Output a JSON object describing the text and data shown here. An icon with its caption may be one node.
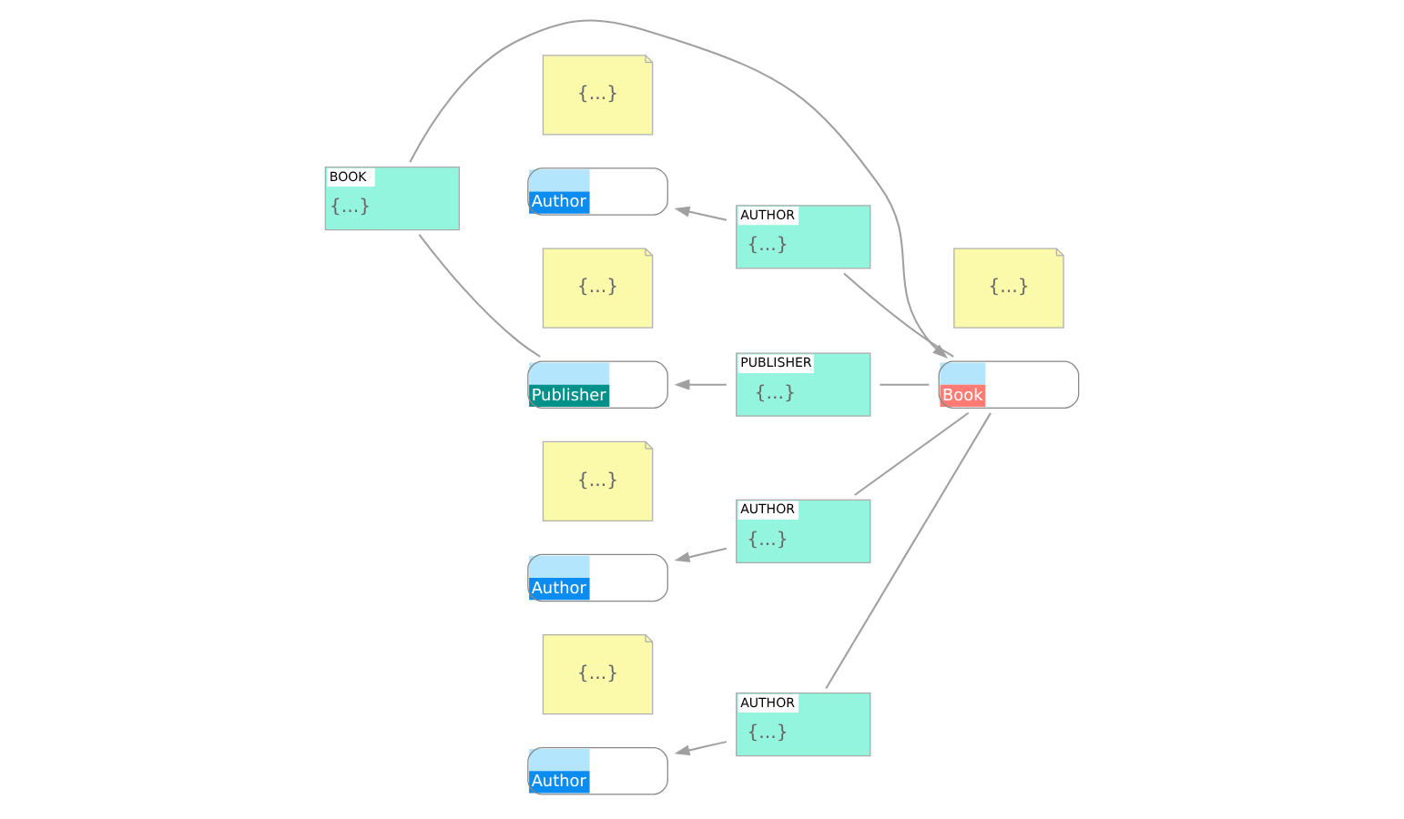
{
  "diagram": {
    "nodes": [
      {
        "text": [
          "{...}"
        ]
      },
      {
        "text": [
          "Author"
        ]
      },
      {
        "text": [
          "{...}"
        ]
      },
      {
        "text": [
          "AUTHOR",
          "{...}"
        ]
      },
      {
        "text": [
          "Publisher"
        ]
      },
      {
        "text": [
          "{...}"
        ]
      },
      {
        "text": [
          "Author"
        ]
      },
      {
        "text": [
          "PUBLISHER",
          "{...}"
        ]
      },
      {
        "text": [
          "AUTHOR",
          "{...}"
        ]
      },
      {
        "text": [
          "{...}"
        ]
      },
      {
        "text": [
          "Author"
        ]
      },
      {
        "text": [
          "BOOK",
          "{...}"
        ]
      },
      {
        "text": [
          "{...}"
        ]
      },
      {
        "text": [
          "AUTHOR",
          "{...}"
        ]
      },
      {
        "text": [
          "Book"
        ]
      }
    ],
    "edges": [
      {
        "from": 14,
        "to": 3,
        "arrow": "none"
      },
      {
        "from": 3,
        "to": 1,
        "arrow": "to"
      },
      {
        "from": 14,
        "to": 8,
        "arrow": "none"
      },
      {
        "from": 8,
        "to": 6,
        "arrow": "to"
      },
      {
        "from": 14,
        "to": 13,
        "arrow": "none"
      },
      {
        "from": 13,
        "to": 10,
        "arrow": "to"
      },
      {
        "from": 14,
        "to": 7,
        "arrow": "none"
      },
      {
        "from": 7,
        "to": 4,
        "arrow": "to"
      },
      {
        "from": 4,
        "to": 11,
        "arrow": "none"
      },
      {
        "from": 11,
        "to": 14,
        "arrow": "to"
      }
    ]
  }
}
